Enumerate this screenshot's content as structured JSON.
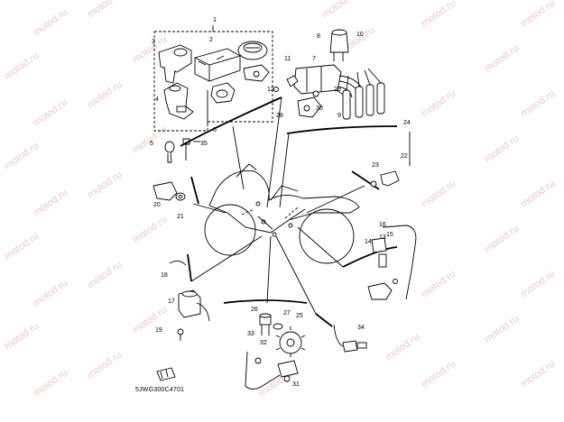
{
  "diagram": {
    "code": "5JWG300C4701",
    "watermark": "motod.ru",
    "callouts": [
      "1",
      "2",
      "3",
      "4",
      "5",
      "6",
      "7",
      "8",
      "9",
      "10",
      "11",
      "12",
      "13",
      "14",
      "15",
      "16",
      "17",
      "18",
      "19",
      "20",
      "21",
      "22",
      "23",
      "24",
      "25",
      "26",
      "27",
      "28",
      "29",
      "30",
      "31",
      "32",
      "33",
      "34",
      "35"
    ]
  }
}
